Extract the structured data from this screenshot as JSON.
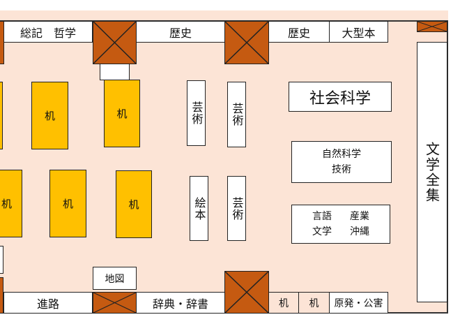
{
  "colors": {
    "floor": "#FCE4D6",
    "desk": "#FFC000",
    "pillar": "#C55A11",
    "shelf": "#FFFFFF"
  },
  "top_shelves": {
    "general_philosophy": "総記　哲学",
    "history_1": "歴史",
    "history_2": "歴史",
    "oversize": "大型本"
  },
  "bottom_shelves": {
    "career": "進路",
    "dictionaries": "辞典・辞書",
    "desk_a": "机",
    "desk_b": "机",
    "nuclear_pollution": "原発・公害",
    "map": "地図"
  },
  "desks": [
    "机",
    "机",
    "机",
    "机",
    "机"
  ],
  "middle_shelves": {
    "arts_1": "芸術",
    "arts_2": "芸術",
    "picture_books": "絵本",
    "arts_3": "芸術"
  },
  "right_shelves": {
    "social_science": "社会科学",
    "natural_science": [
      "自然科学",
      "技術"
    ],
    "language_row1": [
      "言語",
      "産業"
    ],
    "language_row2": [
      "文学",
      "沖縄"
    ],
    "literature_collection": "文学全集"
  }
}
